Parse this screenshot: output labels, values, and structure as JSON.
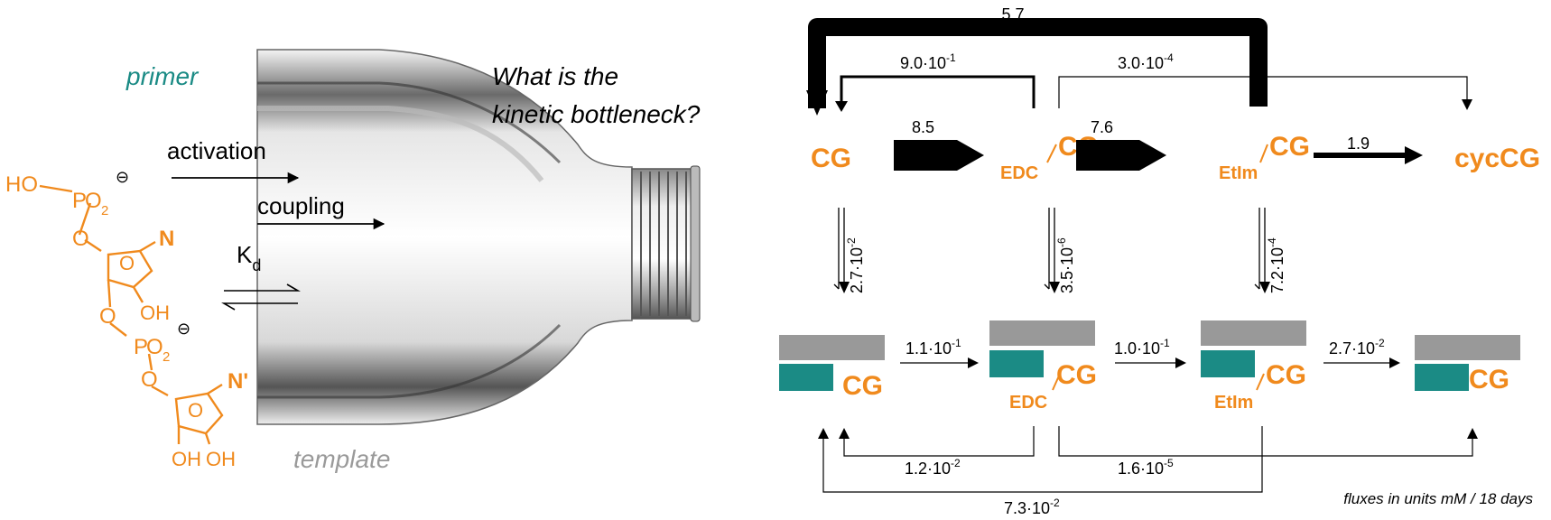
{
  "left": {
    "primer": "primer",
    "template": "template",
    "question_line1": "What is the",
    "question_line2": "kinetic bottleneck?",
    "activation": "activation",
    "coupling": "coupling",
    "kd_main": "K",
    "kd_sub": "d",
    "struct": {
      "ho": "HO",
      "p": "P",
      "o2": "O",
      "two": "2",
      "minus": "⊖",
      "n": "N",
      "nprime": "N'",
      "oh": "OH",
      "o": "O"
    }
  },
  "species": {
    "cg": "CG",
    "edc": "EDC",
    "etim": "EtIm",
    "cyccg": "cycCG"
  },
  "fluxes": {
    "top_5_7": "5.7",
    "f_9_0": {
      "m": "9.0·10",
      "e": "-1"
    },
    "f_3_0": {
      "m": "3.0·10",
      "e": "-4"
    },
    "f_8_5": "8.5",
    "f_7_6": "7.6",
    "f_1_9": "1.9",
    "v1": {
      "m": "2.7·10",
      "e": "-2"
    },
    "v2": {
      "m": "3.5·10",
      "e": "-6"
    },
    "v3": {
      "m": "7.2·10",
      "e": "-4"
    },
    "b1": {
      "m": "1.1·10",
      "e": "-1"
    },
    "b2": {
      "m": "1.0·10",
      "e": "-1"
    },
    "b3": {
      "m": "2.7·10",
      "e": "-2"
    },
    "r1": {
      "m": "1.2·10",
      "e": "-2"
    },
    "r2": {
      "m": "1.6·10",
      "e": "-5"
    },
    "r3": {
      "m": "7.3·10",
      "e": "-2"
    }
  },
  "footer": "fluxes in units mM / 18 days",
  "colors": {
    "orange": "#f08a1d",
    "teal": "#1b8b85",
    "gray": "#999999",
    "black": "#000000"
  }
}
